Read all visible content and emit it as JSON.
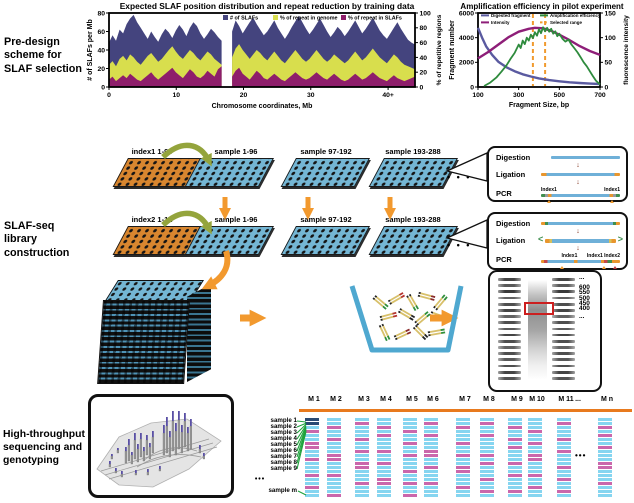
{
  "sections": {
    "predesign_label": "Pre-design scheme for SLAF selection",
    "library_label": "SLAF-seq library construction",
    "sequencing_label": "High-throughput sequencing and genotyping"
  },
  "chart_data": [
    {
      "type": "area",
      "title": "Expected SLAF position distribution and repeat reduction by training data",
      "xlabel": "Chromosome coordinates, Mb",
      "ylabel_left": "# of SLAFs per Mb",
      "ylabel_right": "% of repetitive regions",
      "xticks": [
        "0",
        "10",
        "20",
        "30",
        "40+"
      ],
      "xtick_mb": [
        0,
        10,
        20,
        30,
        41.5
      ],
      "yticks_left": [
        "0",
        "20",
        "40",
        "60",
        "80"
      ],
      "yticks_right": [
        "0",
        "20",
        "40",
        "60",
        "80",
        "100"
      ],
      "ylim_left": [
        0,
        80
      ],
      "ylim_right": [
        0,
        100
      ],
      "x_range_mb": [
        0,
        45.5
      ],
      "gap_note": "no data gap near 17 Mb",
      "legend": [
        {
          "label": "# of SLAFs",
          "color": "#44447e"
        },
        {
          "label": "% of repeat in genome",
          "color": "#d8de4d"
        },
        {
          "label": "% of repeat in SLAFs",
          "color": "#8e1e6b"
        }
      ],
      "series": [
        {
          "name": "# of SLAFs",
          "axis": "left",
          "color": "#44447e",
          "values": [
            48,
            56,
            50,
            62,
            58,
            68,
            74,
            78,
            70,
            64,
            58,
            52,
            60,
            54,
            49,
            57,
            63,
            59,
            53,
            61,
            67,
            62,
            55,
            64,
            70,
            66,
            58,
            52,
            57,
            63,
            59,
            54,
            50,
            null,
            null,
            60,
            72,
            66,
            58,
            64,
            70,
            75,
            68,
            62,
            56,
            60,
            66,
            72,
            64,
            58,
            52,
            58,
            65,
            71,
            77,
            70,
            63,
            57,
            62,
            68,
            74,
            67,
            60,
            54,
            59,
            65,
            61,
            55,
            60,
            66,
            72,
            65,
            58,
            63,
            69,
            75,
            68,
            61,
            56,
            52,
            58,
            64,
            70,
            63,
            57,
            51,
            48,
            46
          ]
        },
        {
          "name": "% of repeat in genome",
          "axis": "right",
          "color": "#d8de4d",
          "values": [
            30,
            35,
            28,
            38,
            42,
            36,
            44,
            40,
            34,
            30,
            36,
            42,
            46,
            40,
            34,
            38,
            44,
            50,
            55,
            48,
            42,
            38,
            44,
            50,
            46,
            40,
            36,
            42,
            48,
            44,
            38,
            34,
            30,
            null,
            null,
            40,
            52,
            58,
            50,
            44,
            38,
            44,
            50,
            46,
            40,
            36,
            42,
            48,
            42,
            36,
            32,
            38,
            44,
            50,
            44,
            38,
            34,
            38,
            44,
            50,
            44,
            38,
            34,
            38,
            44,
            40,
            36,
            32,
            36,
            42,
            48,
            42,
            36,
            40,
            46,
            52,
            46,
            40,
            36,
            32,
            38,
            44,
            40,
            34,
            30,
            28,
            26,
            24
          ]
        },
        {
          "name": "% of repeat in SLAFs",
          "axis": "right",
          "color": "#8e1e6b",
          "values": [
            10,
            14,
            8,
            12,
            16,
            12,
            18,
            14,
            10,
            8,
            12,
            16,
            20,
            14,
            10,
            14,
            18,
            22,
            26,
            20,
            16,
            12,
            18,
            24,
            20,
            14,
            12,
            16,
            22,
            18,
            14,
            24,
            28,
            null,
            null,
            14,
            22,
            26,
            18,
            14,
            10,
            16,
            22,
            18,
            12,
            10,
            14,
            18,
            14,
            10,
            8,
            12,
            16,
            20,
            16,
            12,
            10,
            12,
            16,
            20,
            16,
            12,
            10,
            14,
            18,
            14,
            10,
            8,
            10,
            14,
            18,
            14,
            10,
            12,
            16,
            20,
            16,
            12,
            10,
            8,
            12,
            16,
            12,
            10,
            8,
            10,
            12,
            14
          ]
        }
      ]
    },
    {
      "type": "line",
      "title": "Amplification efficiency in pilot experiment",
      "xlabel": "Fragment Size, bp",
      "ylabel_left": "Fragment number",
      "ylabel_right": "fluorescence intensity",
      "xticks": [
        "100",
        "300",
        "500",
        "700"
      ],
      "xtick_bp": [
        100,
        300,
        500,
        700
      ],
      "yticks_left": [
        "0",
        "2000",
        "4000",
        "6000"
      ],
      "yticks_right": [
        "0",
        "50",
        "100",
        "150"
      ],
      "xlim": [
        100,
        700
      ],
      "ylim_left": [
        0,
        6000
      ],
      "ylim_right": [
        0,
        150
      ],
      "selected_range_bp": [
        370,
        430
      ],
      "legend": [
        {
          "label": "Digested fragment",
          "color": "#5a5aa0",
          "style": "solid"
        },
        {
          "label": "Intensity",
          "color": "#8e1e78",
          "style": "solid"
        },
        {
          "label": "Amplification efficiency",
          "color": "#2e8b3d",
          "style": "solid"
        },
        {
          "label": "Selected range",
          "color": "#f09a2e",
          "style": "dashed"
        }
      ],
      "series": [
        {
          "name": "Digested fragment",
          "axis": "left",
          "color": "#5a5aa0",
          "points": [
            [
              100,
              4800
            ],
            [
              120,
              4000
            ],
            [
              140,
              3300
            ],
            [
              170,
              2600
            ],
            [
              200,
              2050
            ],
            [
              240,
              1600
            ],
            [
              280,
              1280
            ],
            [
              320,
              1030
            ],
            [
              360,
              850
            ],
            [
              400,
              700
            ],
            [
              450,
              560
            ],
            [
              500,
              460
            ],
            [
              550,
              385
            ],
            [
              600,
              325
            ],
            [
              650,
              278
            ],
            [
              700,
              240
            ]
          ]
        },
        {
          "name": "Intensity",
          "axis": "right",
          "color": "#8e1e78",
          "points": [
            [
              100,
              58
            ],
            [
              150,
              71
            ],
            [
              200,
              86
            ],
            [
              250,
              101
            ],
            [
              300,
              112
            ],
            [
              350,
              118
            ],
            [
              380,
              120
            ],
            [
              420,
              119
            ],
            [
              460,
              114
            ],
            [
              500,
              106
            ],
            [
              550,
              95
            ],
            [
              600,
              83
            ],
            [
              650,
              73
            ],
            [
              700,
              65
            ]
          ]
        },
        {
          "name": "Amplification efficiency",
          "axis": "right",
          "color": "#2e8b3d",
          "points": [
            [
              130,
              2
            ],
            [
              160,
              9
            ],
            [
              190,
              19
            ],
            [
              215,
              31
            ],
            [
              240,
              44
            ],
            [
              260,
              57
            ],
            [
              280,
              69
            ],
            [
              300,
              86
            ],
            [
              310,
              79
            ],
            [
              320,
              94
            ],
            [
              330,
              87
            ],
            [
              340,
              100
            ],
            [
              350,
              94
            ],
            [
              360,
              106
            ],
            [
              370,
              99
            ],
            [
              380,
              111
            ],
            [
              390,
              104
            ],
            [
              400,
              117
            ],
            [
              410,
              109
            ],
            [
              420,
              121
            ],
            [
              430,
              113
            ],
            [
              440,
              120
            ],
            [
              450,
              112
            ],
            [
              460,
              118
            ],
            [
              470,
              108
            ],
            [
              480,
              113
            ],
            [
              490,
              103
            ],
            [
              500,
              108
            ],
            [
              515,
              98
            ],
            [
              530,
              92
            ],
            [
              545,
              96
            ],
            [
              560,
              86
            ],
            [
              575,
              78
            ],
            [
              590,
              70
            ],
            [
              605,
              60
            ],
            [
              620,
              50
            ],
            [
              635,
              42
            ],
            [
              650,
              32
            ],
            [
              665,
              22
            ],
            [
              680,
              13
            ],
            [
              700,
              5
            ]
          ]
        }
      ]
    }
  ],
  "library": {
    "row1": {
      "index_label": "index1 1-96",
      "plates": [
        "sample 1-96",
        "sample 97-192",
        "sample 193-288"
      ],
      "dots": "• • •"
    },
    "row2": {
      "index_label": "index2 1-12",
      "plates": [
        "sample 1-96",
        "sample 97-192",
        "sample 193-288"
      ],
      "dots": "• • •"
    },
    "box1": {
      "steps": [
        "Digestion",
        "Ligation",
        "PCR"
      ],
      "index_left": "Index1",
      "index_right": "Index1"
    },
    "box2": {
      "steps": [
        "Digestion",
        "Ligation",
        "PCR"
      ],
      "index_left": "Index1",
      "index_right": "Index1 Index2"
    }
  },
  "gel": {
    "size_labels": [
      "...",
      "600",
      "550",
      "500",
      "450",
      "400",
      "..."
    ]
  },
  "genotyping": {
    "markers": [
      "M 1",
      "M 2",
      "M 3",
      "M 4",
      "M 5",
      "M 6",
      "M 7",
      "M 8",
      "M 9",
      "M 10",
      "M 11",
      "...",
      "M n"
    ],
    "samples": [
      "sample 1",
      "sample 2",
      "sample 3",
      "sample 4",
      "sample 5",
      "sample 6",
      "sample 7",
      "sample 8",
      "sample 9"
    ],
    "samples_dots": "•••",
    "sample_last": "sample m",
    "matrix_dots": "•••",
    "colors": {
      "cyan": "#86d5f0",
      "magenta": "#ca67ab",
      "dark": "#2a4a73",
      "header_line": "#e87a1e",
      "link_green": "#1ea23c"
    },
    "columns": [
      "ddcmccmmccmcccmccmcc",
      "ccmccmcccmmcccmccccm",
      "cmcccmccmccmmcccmccc",
      "ccmcmcccmccmcccmmccc",
      "cccmccmccmcccmccmccm",
      "cmccmcccmmccmcccmccc",
      "ccmcccmccmccmmcccmcc",
      "cmccmccccmcmcccmccmc",
      "ccmccmcmcccmccmcccmc",
      "cccmccmccmmcccmccmcc",
      "cmcccmccmcccmccmccmc",
      "ccmcmccmcccmmcccmccc"
    ]
  }
}
